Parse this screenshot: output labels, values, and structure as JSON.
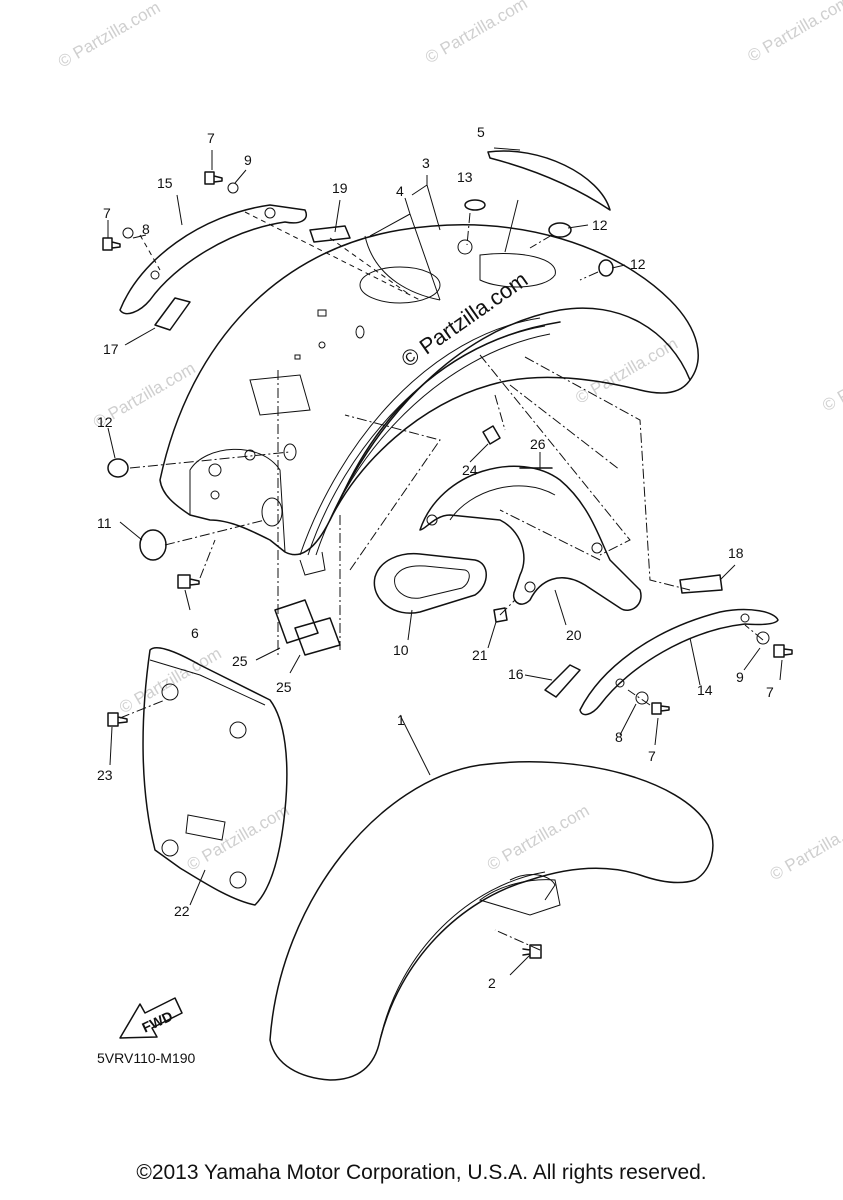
{
  "watermark": "© Partzilla.com",
  "center_watermark": "© Partzilla.com",
  "part_numbers": [
    "1",
    "2",
    "3",
    "4",
    "5",
    "6",
    "7",
    "8",
    "9",
    "10",
    "11",
    "12",
    "13",
    "14",
    "15",
    "16",
    "17",
    "18",
    "19",
    "20",
    "21",
    "22",
    "23",
    "24",
    "25",
    "26"
  ],
  "fwd_label": "FWD",
  "diagram_code": "5VRV110-M190",
  "copyright": "©2013 Yamaha Motor Corporation, U.S.A. All rights reserved."
}
